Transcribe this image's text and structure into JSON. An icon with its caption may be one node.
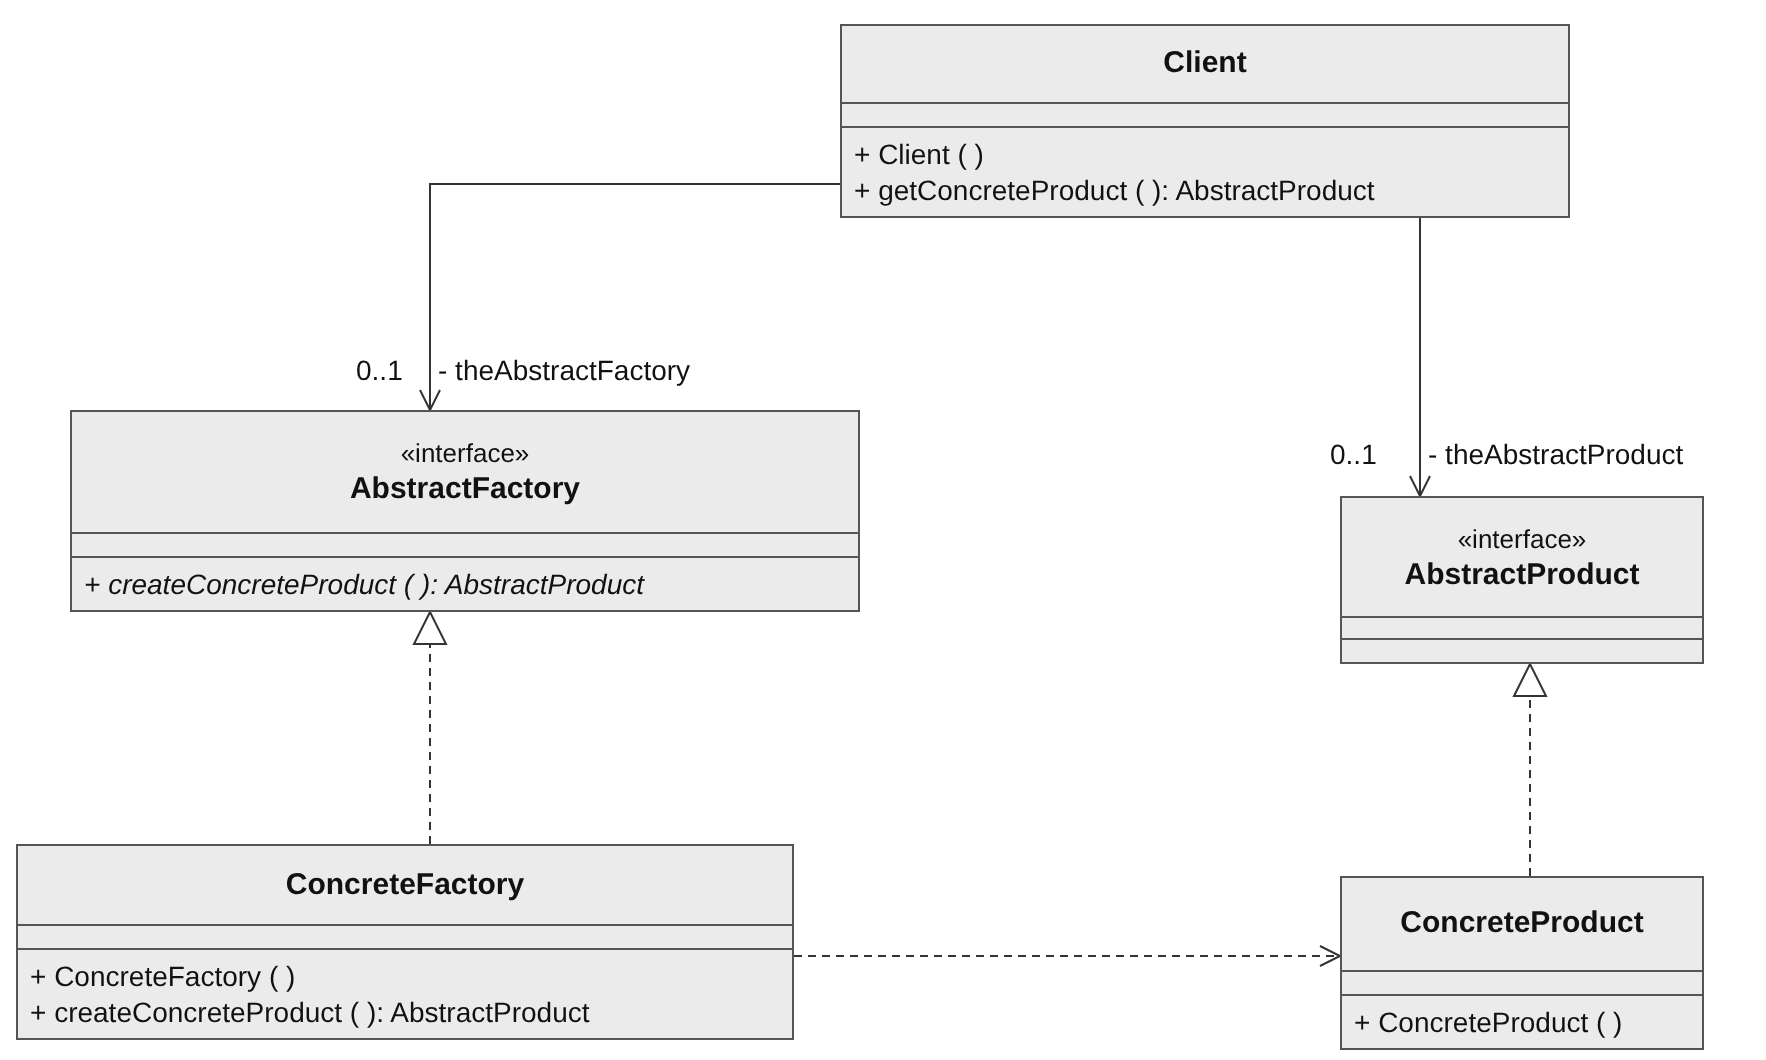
{
  "diagram": {
    "nodes": [
      {
        "text": [
          "Client",
          "+ Client ( )",
          "+ getConcreteProduct ( ): AbstractProduct"
        ]
      },
      {
        "text": [
          "«interface»",
          "AbstractFactory",
          "+ createConcreteProduct ( ): AbstractProduct"
        ]
      },
      {
        "text": [
          "«interface»",
          "AbstractProduct"
        ]
      },
      {
        "text": [
          "ConcreteFactory",
          "+ ConcreteFactory ( )",
          "+ createConcreteProduct ( ): AbstractProduct"
        ]
      },
      {
        "text": [
          "ConcreteProduct",
          "+ ConcreteProduct ( )"
        ]
      }
    ],
    "edges": [
      {
        "from": 0,
        "to": 1,
        "arrow": "to"
      },
      {
        "from": 0,
        "to": 2,
        "arrow": "to"
      },
      {
        "from": 3,
        "to": 1,
        "arrow": "to",
        "style": "dashed"
      },
      {
        "from": 4,
        "to": 2,
        "arrow": "to",
        "style": "dashed"
      },
      {
        "from": 3,
        "to": 4,
        "arrow": "to",
        "style": "dashed"
      }
    ],
    "labels": [
      "0..1",
      "- theAbstractFactory",
      "0..1",
      "- theAbstractProduct"
    ]
  }
}
